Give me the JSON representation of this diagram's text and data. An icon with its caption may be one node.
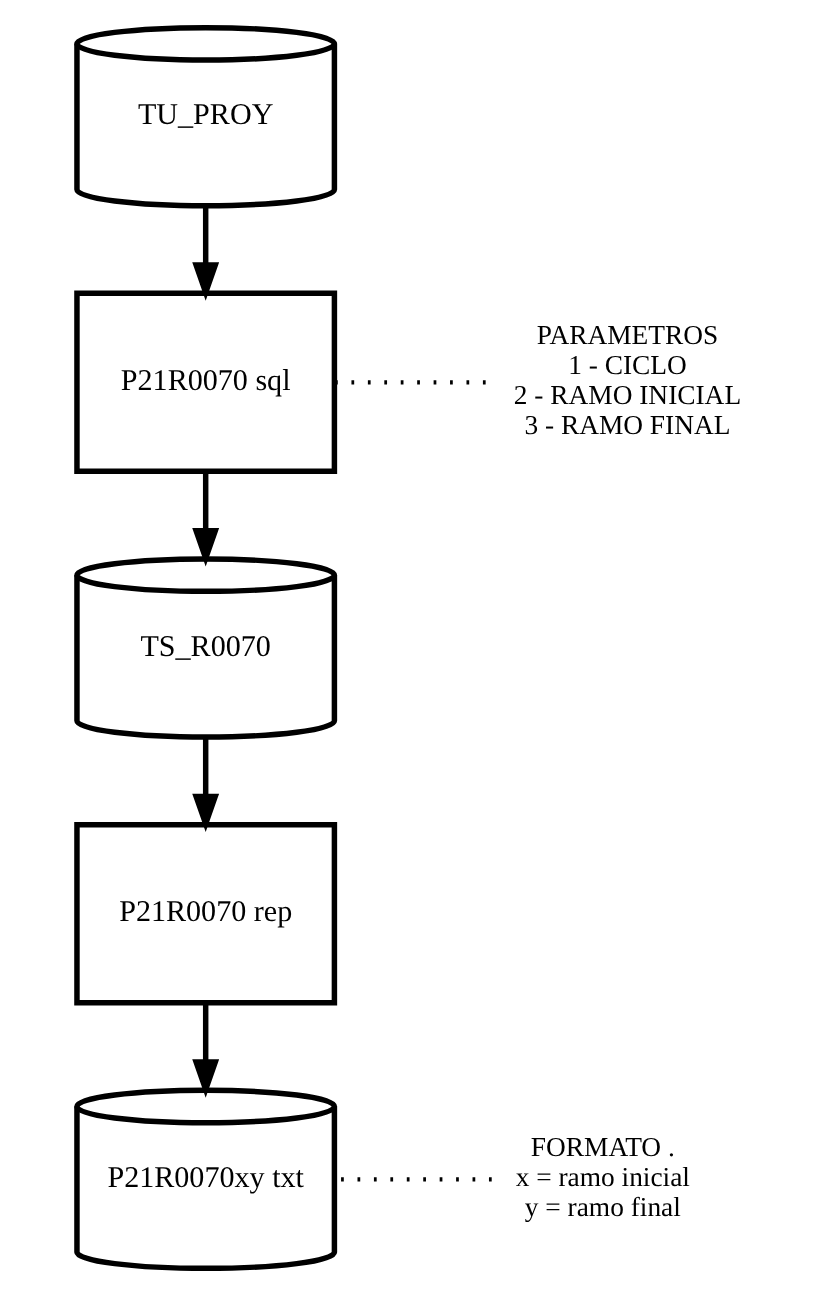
{
  "diagram": {
    "nodes": [
      {
        "text": [
          "TU_PROY"
        ]
      },
      {
        "text": [
          "P21R0070 sql"
        ]
      },
      {
        "text": [
          "PARAMETROS",
          "1 - CICLO",
          "2 - RAMO INICIAL",
          "3 - RAMO FINAL"
        ]
      },
      {
        "text": [
          "TS_R0070"
        ]
      },
      {
        "text": [
          "P21R0070 rep"
        ]
      },
      {
        "text": [
          "FORMATO .",
          "x = ramo inicial",
          "y = ramo final"
        ]
      },
      {
        "text": [
          "P21R0070xy txt"
        ]
      }
    ],
    "edges": [
      {
        "from": 0,
        "to": 1,
        "arrow": "to"
      },
      {
        "from": 1,
        "to": 2,
        "arrow": "none",
        "style": "dashed"
      },
      {
        "from": 1,
        "to": 3,
        "arrow": "to"
      },
      {
        "from": 3,
        "to": 4,
        "arrow": "to"
      },
      {
        "from": 4,
        "to": 6,
        "arrow": "to"
      },
      {
        "from": 5,
        "to": 6,
        "arrow": "none",
        "style": "dashed"
      }
    ]
  }
}
